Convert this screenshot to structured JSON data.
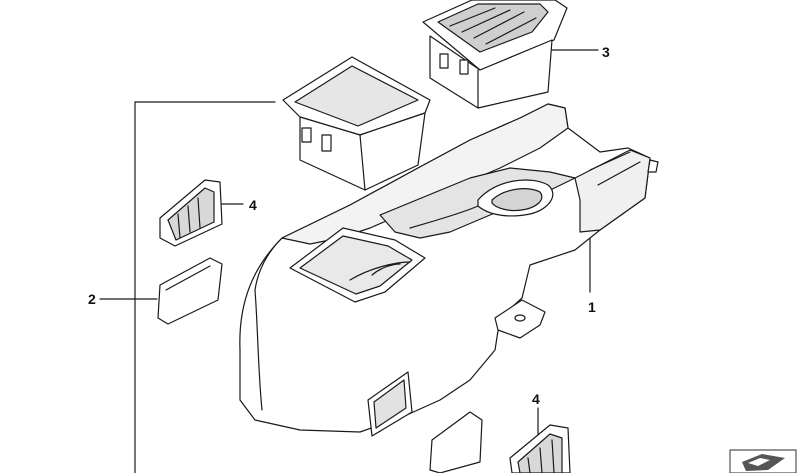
{
  "callouts": {
    "part1": "1",
    "part2": "2",
    "part3": "3",
    "part4_upper": "4",
    "part4_lower": "4"
  },
  "colors": {
    "line": "#1a1a1a",
    "fill": "#ffffff",
    "shade": "#e6e6e6",
    "dark": "#555555"
  },
  "icons": {
    "corner": "part-group-arrow-icon"
  }
}
